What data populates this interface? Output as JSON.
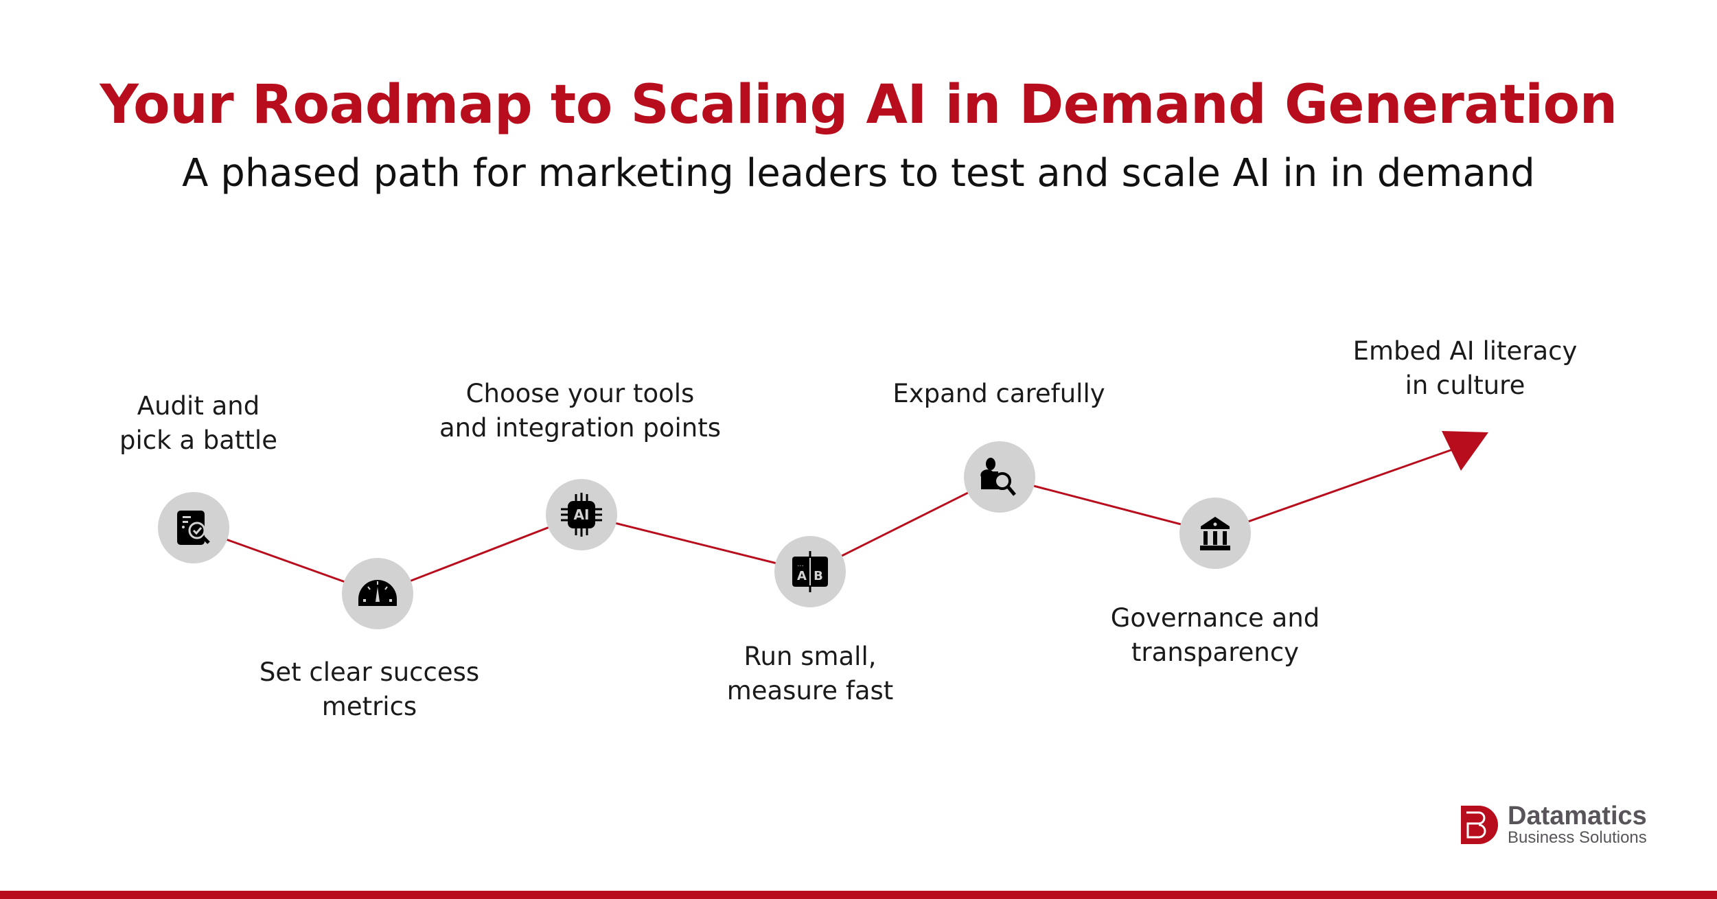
{
  "header": {
    "title": "Your Roadmap to Scaling AI in Demand Generation",
    "subtitle": "A phased path for marketing leaders to test and scale AI in in demand"
  },
  "steps": [
    {
      "icon": "audit-search-icon",
      "lines": [
        "Audit and",
        "pick a battle"
      ]
    },
    {
      "icon": "speedometer-icon",
      "lines": [
        "Set clear success",
        "metrics"
      ]
    },
    {
      "icon": "ai-chip-icon",
      "lines": [
        "Choose your tools",
        "and integration points"
      ]
    },
    {
      "icon": "ab-test-icon",
      "lines": [
        "Run small,",
        "measure fast"
      ]
    },
    {
      "icon": "person-search-icon",
      "lines": [
        "Expand carefully"
      ]
    },
    {
      "icon": "bank-building-icon",
      "lines": [
        "Governance and",
        "transparency"
      ]
    },
    {
      "icon": "arrow-head-icon",
      "lines": [
        "Embed AI literacy",
        "in culture"
      ]
    }
  ],
  "logo": {
    "name": "Datamatics",
    "tagline": "Business Solutions"
  },
  "colors": {
    "accent": "#b80d1c",
    "node": "#d2d2d2",
    "text": "#1a1a1a",
    "logo_text": "#58545a"
  }
}
